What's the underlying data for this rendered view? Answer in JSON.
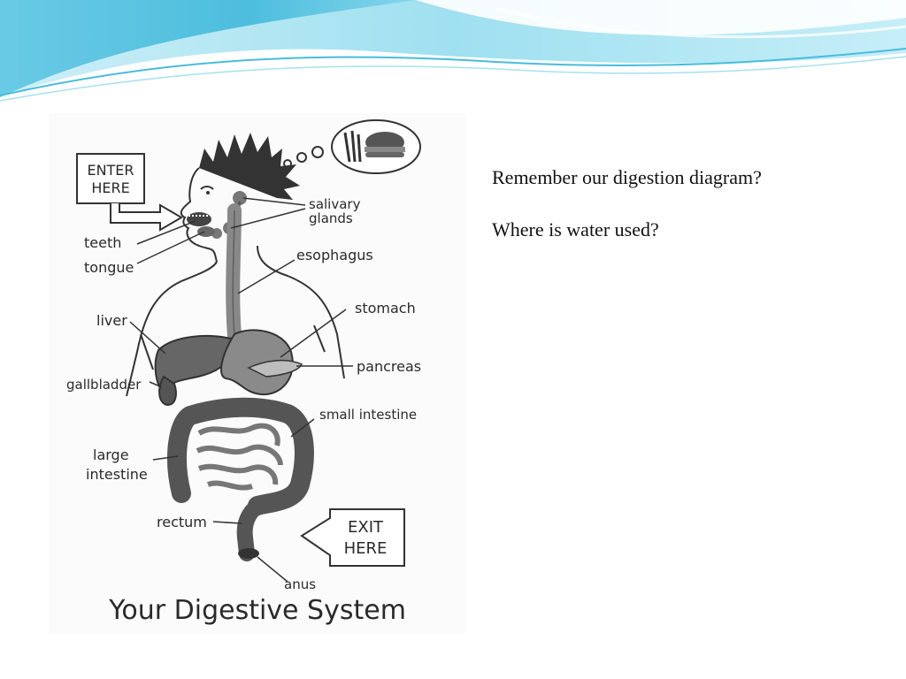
{
  "slide": {
    "text_lines": [
      "Remember our digestion diagram?",
      "Where is water used?"
    ],
    "theme_colors": {
      "wave_light": "#bfe9f4",
      "wave_mid": "#7fd3ea",
      "wave_dark": "#38b8dc"
    }
  },
  "diagram": {
    "title": "Your Digestive System",
    "enter_sign": [
      "ENTER",
      "HERE"
    ],
    "exit_sign": [
      "EXIT",
      "HERE"
    ],
    "labels": {
      "salivary": [
        "salivary",
        "glands"
      ],
      "teeth": "teeth",
      "tongue": "tongue",
      "esophagus": "esophagus",
      "stomach": "stomach",
      "liver": "liver",
      "pancreas": "pancreas",
      "gallbladder": "gallbladder",
      "small_intestine": "small intestine",
      "large_intestine": [
        "large",
        "intestine"
      ],
      "rectum": "rectum",
      "anus": "anus"
    }
  }
}
